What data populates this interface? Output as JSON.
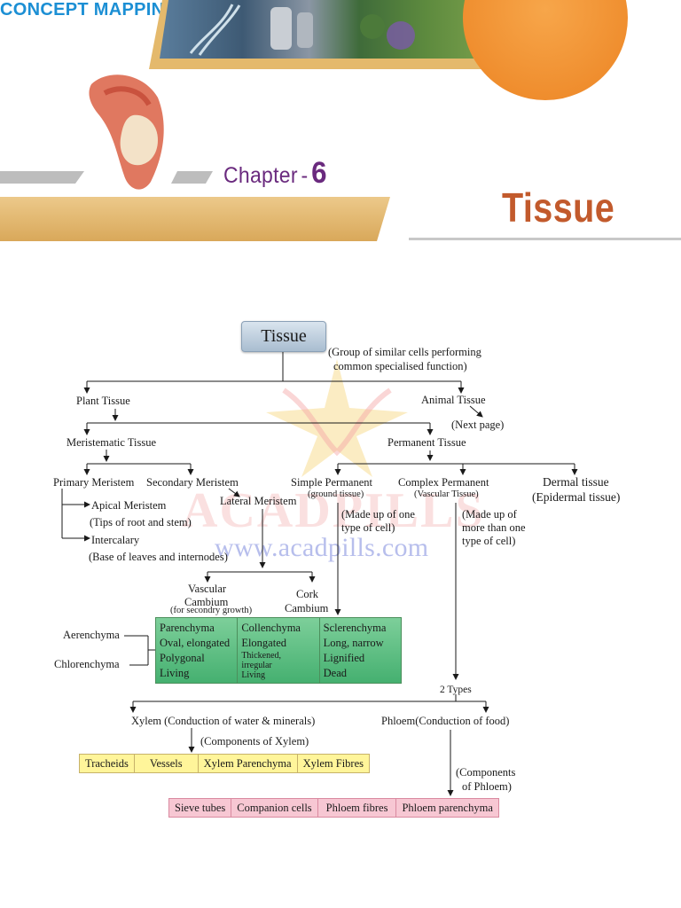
{
  "header": {
    "chapter_label": "Chapter",
    "chapter_dash": "-",
    "chapter_number": "6",
    "title": "Tissue"
  },
  "concept_heading": "CONCEPT MAPPING",
  "watermark": {
    "brand": "ACADPILLS",
    "url": "www.acadpills.com"
  },
  "diagram": {
    "root": {
      "label": "Tissue",
      "note_line1": "(Group of similar cells performing",
      "note_line2": "common specialised function)"
    },
    "plant_tissue": "Plant Tissue",
    "animal_tissue": "Animal Tissue",
    "next_page": "(Next page)",
    "meristematic": "Meristematic Tissue",
    "permanent": "Permanent Tissue",
    "primary_meristem": "Primary Meristem",
    "secondary_meristem": "Secondary Meristem",
    "apical_meristem": "Apical Meristem",
    "apical_note": "(Tips of root and stem)",
    "intercalary": "Intercalary",
    "intercalary_note": "(Base of leaves and internodes)",
    "lateral_meristem": "Lateral Meristem",
    "vascular_cambium_1": "Vascular",
    "vascular_cambium_2": "Cambium",
    "vascular_cambium_note": "(for secondry growth)",
    "cork_cambium_1": "Cork",
    "cork_cambium_2": "Cambium",
    "simple_permanent": "Simple Permanent",
    "simple_permanent_sub": "(ground tissue)",
    "simple_note_1": "(Made up of one",
    "simple_note_2": "type of cell)",
    "complex_permanent": "Complex Permanent",
    "complex_permanent_sub": "(Vascular Tissue)",
    "complex_note_1": "(Made up of",
    "complex_note_2": "more than one",
    "complex_note_3": "type of cell)",
    "dermal_1": "Dermal tissue",
    "dermal_2": "(Epidermal tissue)",
    "aerenchyma": "Aerenchyma",
    "chlorenchyma": "Chlorenchyma",
    "simple_table": {
      "parenchyma": [
        "Parenchyma",
        "Oval, elongated",
        "Polygonal",
        "Living"
      ],
      "collenchyma": [
        "Collenchyma",
        "Elongated",
        "Thickened,",
        "irregular",
        "Living"
      ],
      "sclerenchyma": [
        "Sclerenchyma",
        "Long, narrow",
        "Lignified",
        "Dead"
      ]
    },
    "two_types": "2 Types",
    "xylem": "Xylem (Conduction of water & minerals)",
    "phloem": "Phloem(Conduction of food)",
    "xylem_components": "(Components of Xylem)",
    "xylem_cells": [
      "Tracheids",
      "Vessels",
      "Xylem Parenchyma",
      "Xylem Fibres"
    ],
    "phloem_components_1": "(Components",
    "phloem_components_2": "of Phloem)",
    "phloem_cells": [
      "Sieve tubes",
      "Companion cells",
      "Phloem fibres",
      "Phloem parenchyma"
    ]
  },
  "colors": {
    "chapter_purple": "#6a2a7e",
    "title_orange": "#c25a2c",
    "heading_blue": "#1c8fd4",
    "band_tan": "#e4b96c",
    "circle_orange": "#f39a3c",
    "table_green": "#45b070",
    "xylem_yellow": "#fff59a",
    "phloem_pink": "#f7c7d3"
  }
}
